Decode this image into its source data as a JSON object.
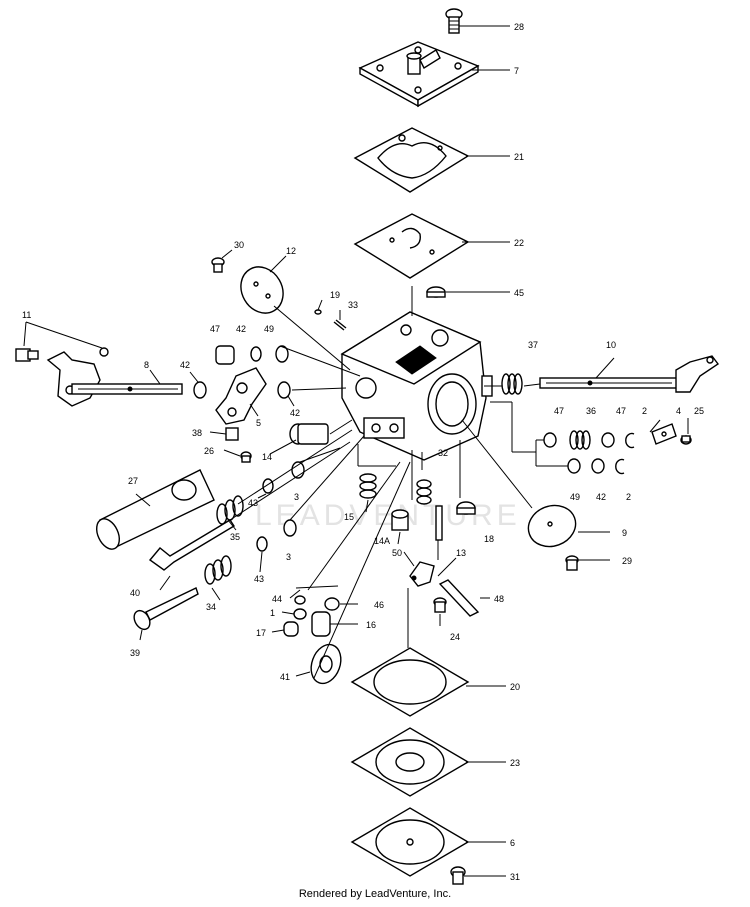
{
  "watermark": "LEADVENTURE",
  "footer": "Rendered by LeadVenture, Inc.",
  "callouts": {
    "c28": "28",
    "c7": "7",
    "c21": "21",
    "c22": "22",
    "c45": "45",
    "c30": "30",
    "c12": "12",
    "c19": "19",
    "c33": "33",
    "c11": "11",
    "c47a": "47",
    "c42a": "42",
    "c49a": "49",
    "c8": "8",
    "c42b": "42",
    "c5": "5",
    "c42c": "42",
    "c37": "37",
    "c10": "10",
    "c47b": "47",
    "c36": "36",
    "c47c": "47",
    "c2a": "2",
    "c4": "4",
    "c25": "25",
    "c38": "38",
    "c26": "26",
    "c14": "14",
    "c49b": "49",
    "c42d": "42",
    "c2b": "2",
    "c27": "27",
    "c3a": "3",
    "c32": "32",
    "c15": "15",
    "c18": "18",
    "c35": "35",
    "c3b": "3",
    "c14A": "14A",
    "c13": "13",
    "c9": "9",
    "c29": "29",
    "c50": "50",
    "c40": "40",
    "c43a": "43",
    "c43b": "43",
    "c34": "34",
    "c44": "44",
    "c1": "1",
    "c46": "46",
    "c16": "16",
    "c48": "48",
    "c17": "17",
    "c24": "24",
    "c39": "39",
    "c41": "41",
    "c20": "20",
    "c23": "23",
    "c6": "6",
    "c31": "31"
  }
}
